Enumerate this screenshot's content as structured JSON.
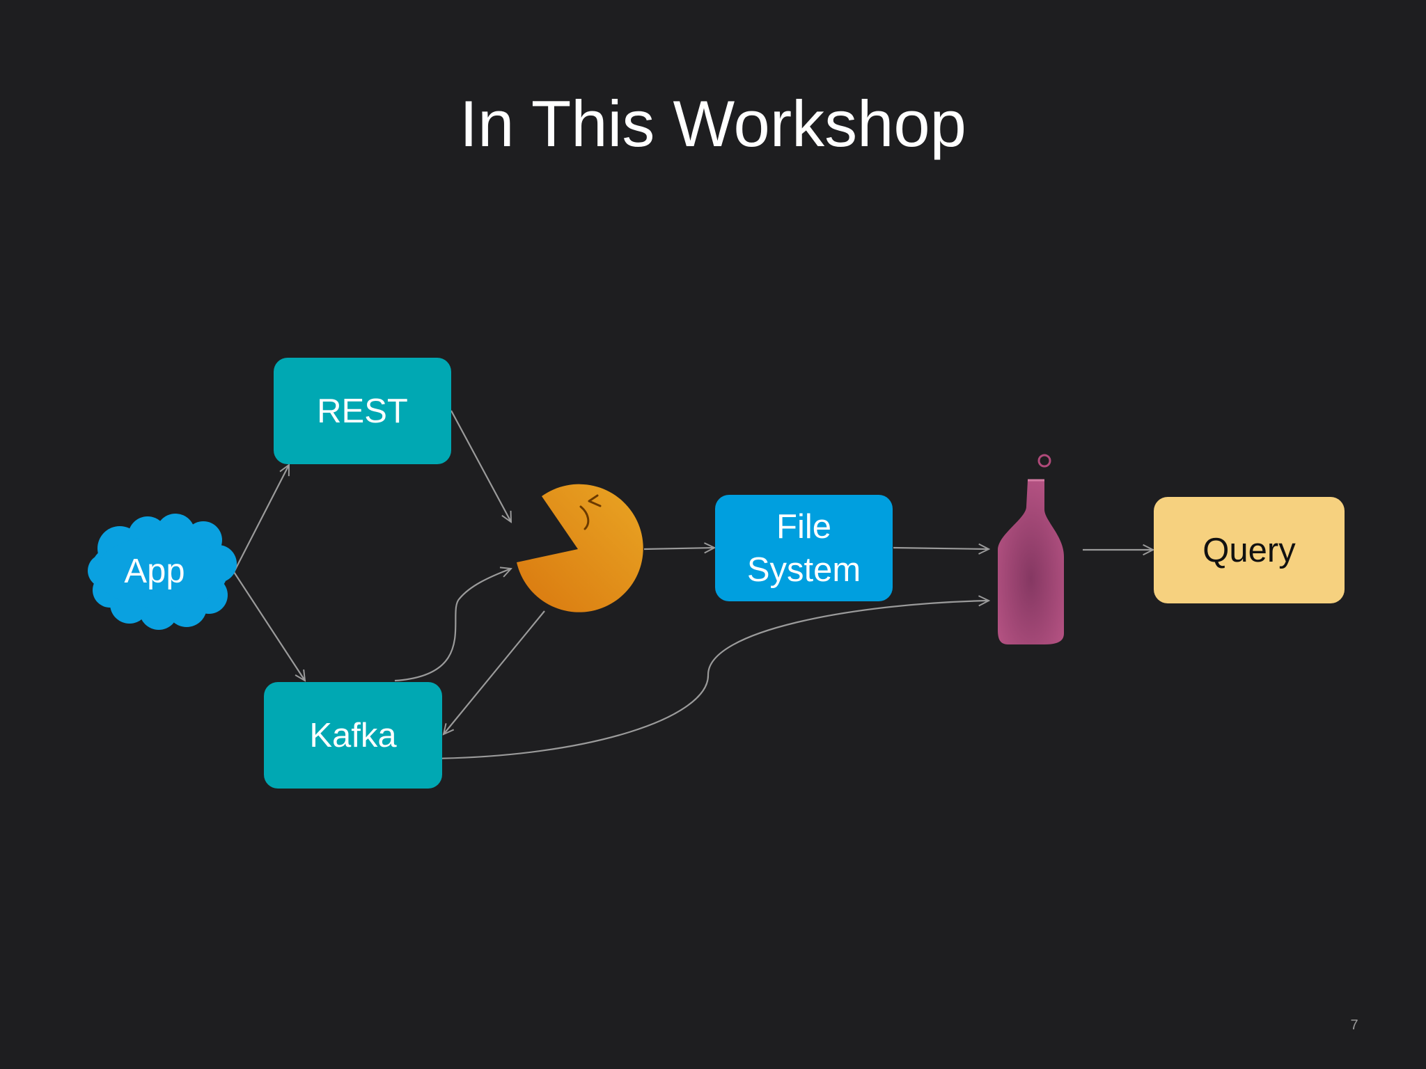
{
  "slide": {
    "title": "In This Workshop",
    "page_number": "7"
  },
  "nodes": {
    "app": {
      "label": "App",
      "color": "#0aa1e0",
      "shape": "cloud-icon"
    },
    "rest": {
      "label": "REST",
      "color": "#00a8b3"
    },
    "kafka": {
      "label": "Kafka",
      "color": "#00a8b3"
    },
    "processor": {
      "icon": "pacman-icon",
      "color": "#e59a1c"
    },
    "file_system": {
      "label": "File\nSystem",
      "color": "#009fdf"
    },
    "storage": {
      "icon": "bottle-icon",
      "color": "#b04a7a"
    },
    "query": {
      "label": "Query",
      "color": "#f6d17f"
    }
  },
  "edges": [
    {
      "from": "app",
      "to": "rest"
    },
    {
      "from": "app",
      "to": "kafka"
    },
    {
      "from": "rest",
      "to": "processor"
    },
    {
      "from": "kafka",
      "to": "processor"
    },
    {
      "from": "processor",
      "to": "kafka"
    },
    {
      "from": "processor",
      "to": "file_system"
    },
    {
      "from": "file_system",
      "to": "storage"
    },
    {
      "from": "kafka",
      "to": "storage"
    },
    {
      "from": "storage",
      "to": "query"
    }
  ],
  "colors": {
    "background": "#1e1e20",
    "edge": "#9b9b9b"
  }
}
